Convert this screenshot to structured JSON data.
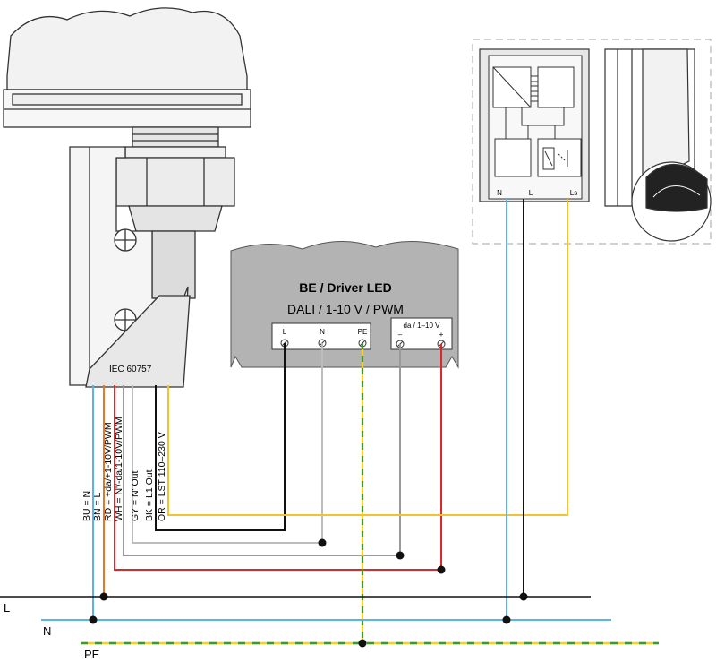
{
  "driver": {
    "title": "BE / Driver LED",
    "subtitle": "DALI / 1-10 V / PWM",
    "terminal_l": "L",
    "terminal_n": "N",
    "terminal_pe": "PE",
    "control_label": "da / 1–10 V",
    "control_minus": "–",
    "control_plus": "+"
  },
  "sensor": {
    "standard": "IEC 60757"
  },
  "wires": {
    "bu": "BU = N",
    "bn": "BN = L",
    "rd": "RD = +da/+1-10V/PWM",
    "wh": "WH = N'/-da/1-10V/PWM",
    "gy": "GY = N' Out",
    "bk": "BK = L1 Out",
    "or": "OR = LST 110–230 V"
  },
  "module": {
    "terminal_n": "N",
    "terminal_l": "L",
    "terminal_ls": "Ls"
  },
  "bus": {
    "l": "L",
    "n": "N",
    "pe": "PE"
  },
  "colors": {
    "blue": "#5ab4e6",
    "brown": "#e07a2a",
    "red": "#e0262a",
    "white_wire": "#9a9a9a",
    "grey_wire": "#bdbdbd",
    "black": "#111111",
    "orange_wire": "#f2c230",
    "earth_yellow": "#f2d21f",
    "earth_green": "#3a9a3a",
    "driver_fill": "#b3b3b3"
  }
}
